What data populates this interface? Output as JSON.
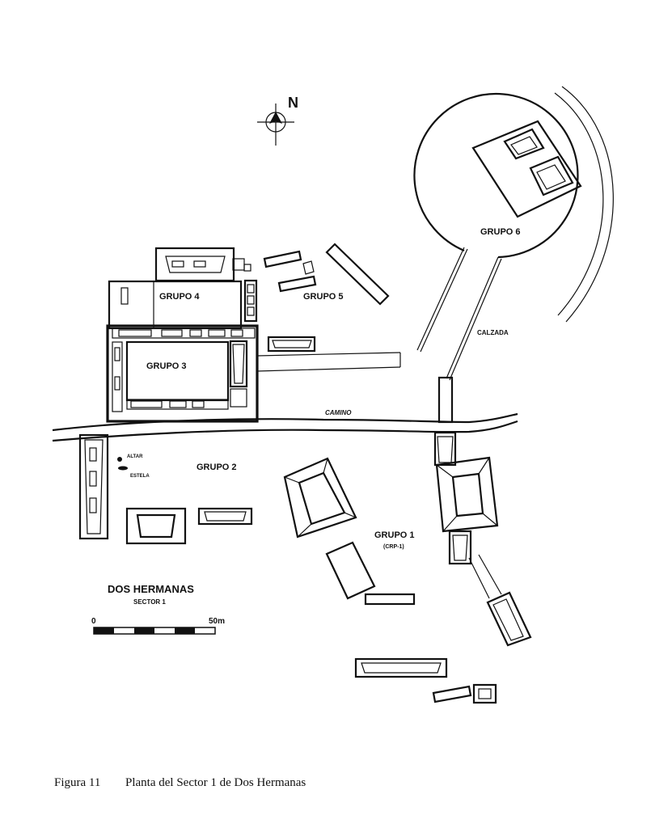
{
  "map": {
    "north_label": "N",
    "groups": {
      "grupo6": "GRUPO 6",
      "grupo5": "GRUPO 5",
      "grupo4": "GRUPO 4",
      "grupo3": "GRUPO 3",
      "grupo2": "GRUPO 2",
      "grupo1": "GRUPO 1",
      "grupo1_code": "(CRP-1)"
    },
    "features": {
      "calzada": "CALZADA",
      "camino": "CAMINO",
      "altar": "ALTAR",
      "estela": "ESTELA"
    },
    "site_title": "DOS HERMANAS",
    "site_subtitle": "SECTOR 1",
    "scale": {
      "start_label": "0",
      "end_label": "50m"
    }
  },
  "caption": {
    "figure": "Figura 11",
    "text": "Planta del Sector 1 de Dos Hermanas"
  },
  "colors": {
    "ink": "#111111",
    "paper": "#ffffff"
  }
}
